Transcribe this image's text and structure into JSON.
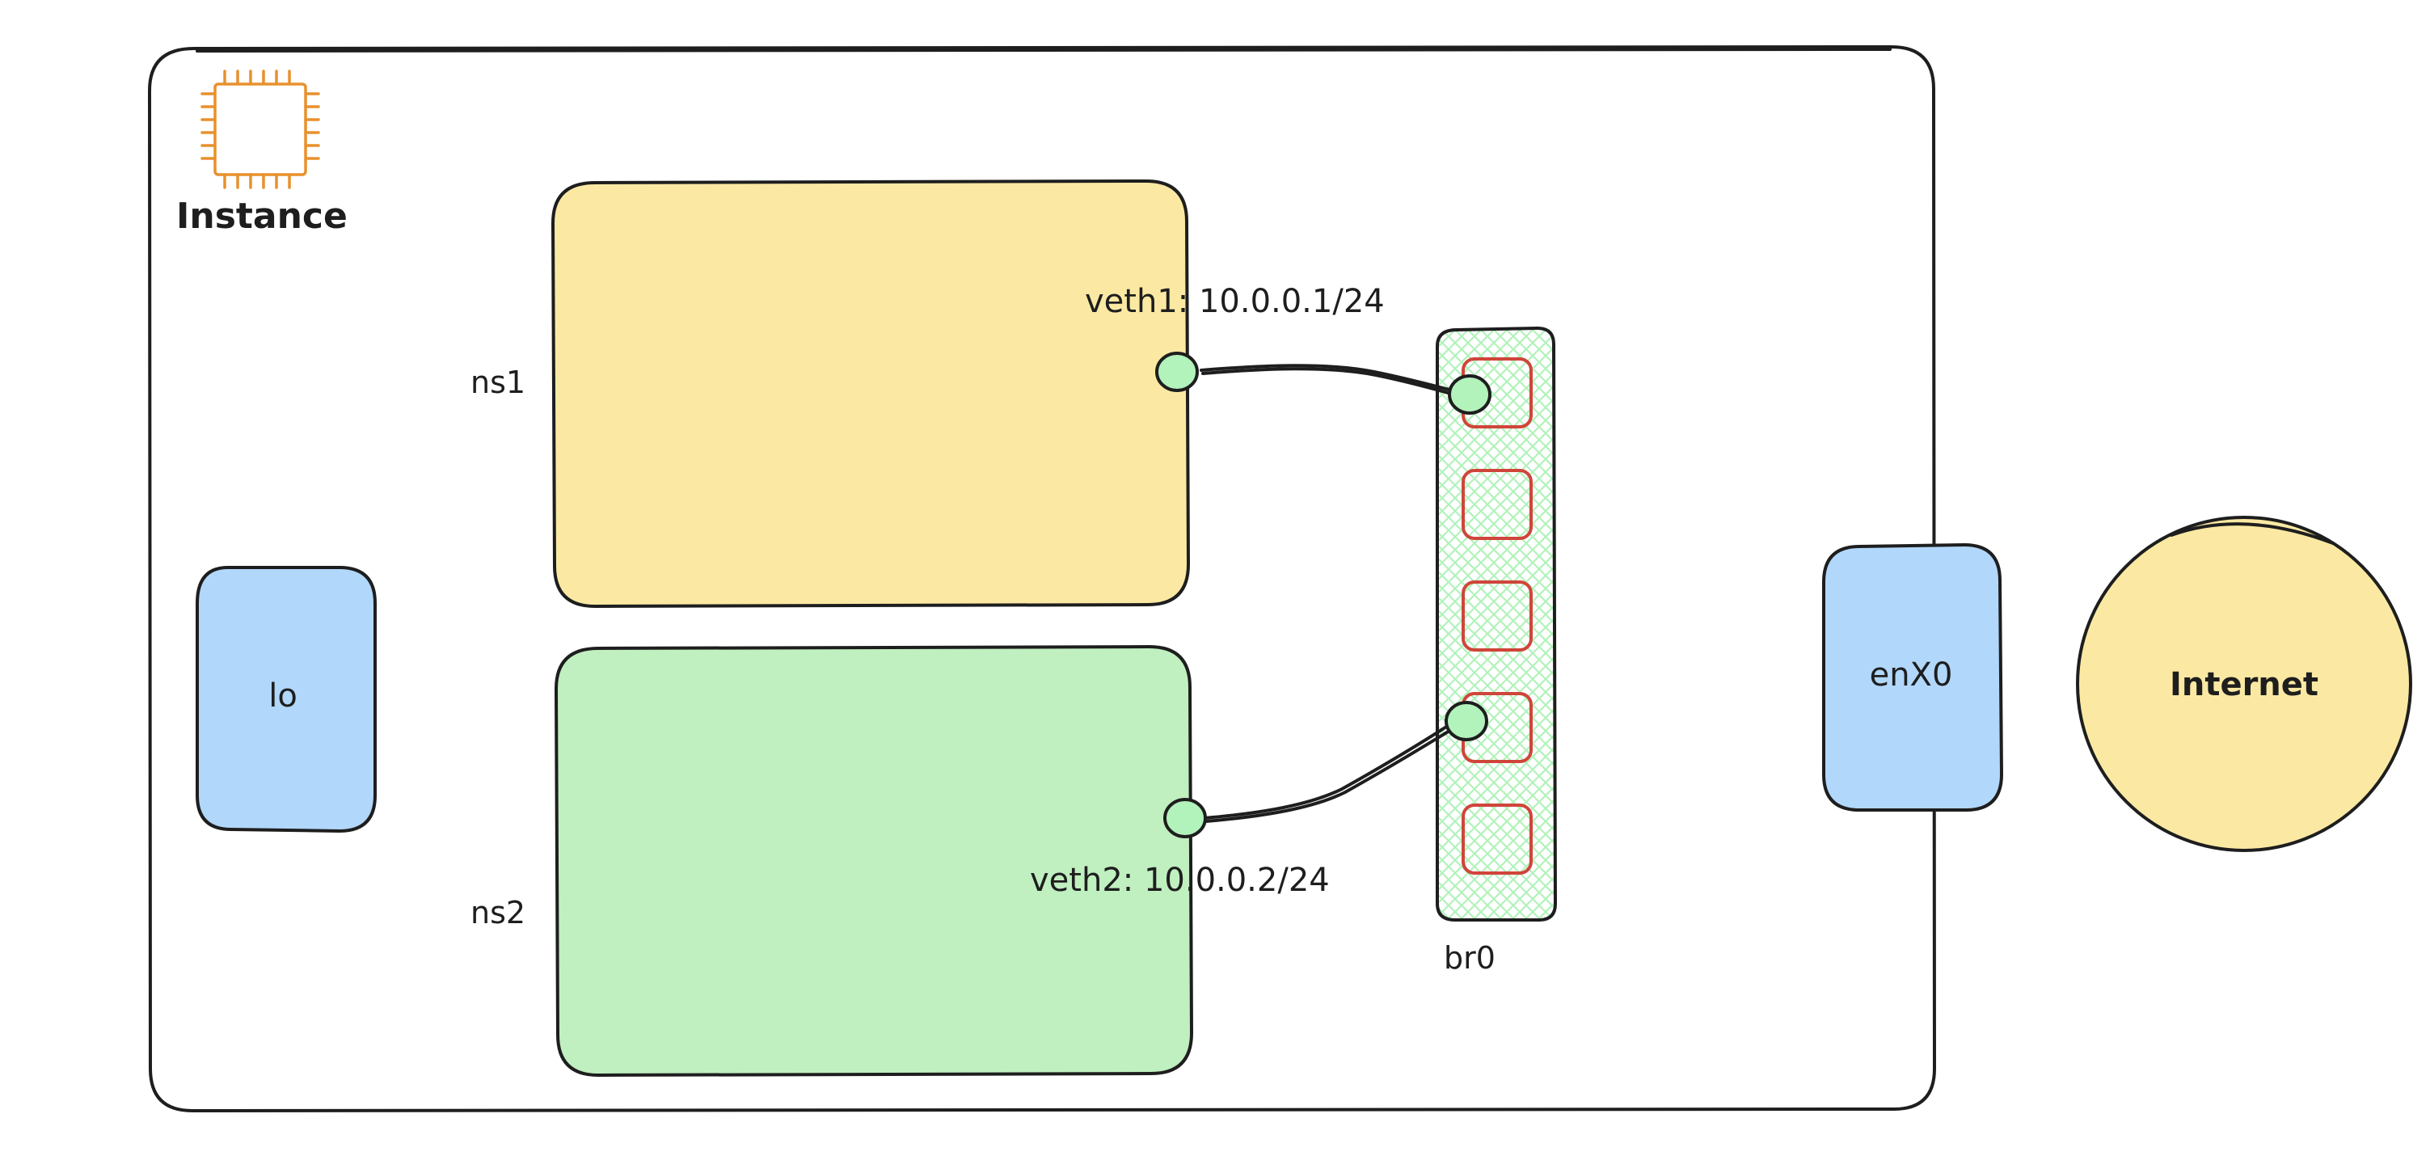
{
  "instance": {
    "label": "Instance",
    "icon": "cpu-chip-icon",
    "icon_color": "#e8912d"
  },
  "namespaces": [
    {
      "label": "ns1",
      "fill": "#fbe9a3"
    },
    {
      "label": "ns2",
      "fill": "#c0efc0"
    }
  ],
  "veth": [
    {
      "label": "veth1: 10.0.0.1/24",
      "fill": "#b2f2bb"
    },
    {
      "label": "veth2: 10.0.0.2/24",
      "fill": "#b2f2bb"
    }
  ],
  "bridge": {
    "label": "br0",
    "hatch_color": "#b2f2bb",
    "port_color": "#d0453a",
    "port_count": 5
  },
  "loopback": {
    "label": "lo",
    "fill": "#b1d7fb"
  },
  "uplink": {
    "label": "enX0",
    "fill": "#b1d7fb"
  },
  "internet": {
    "label": "Internet",
    "fill": "#fbe9a3"
  }
}
